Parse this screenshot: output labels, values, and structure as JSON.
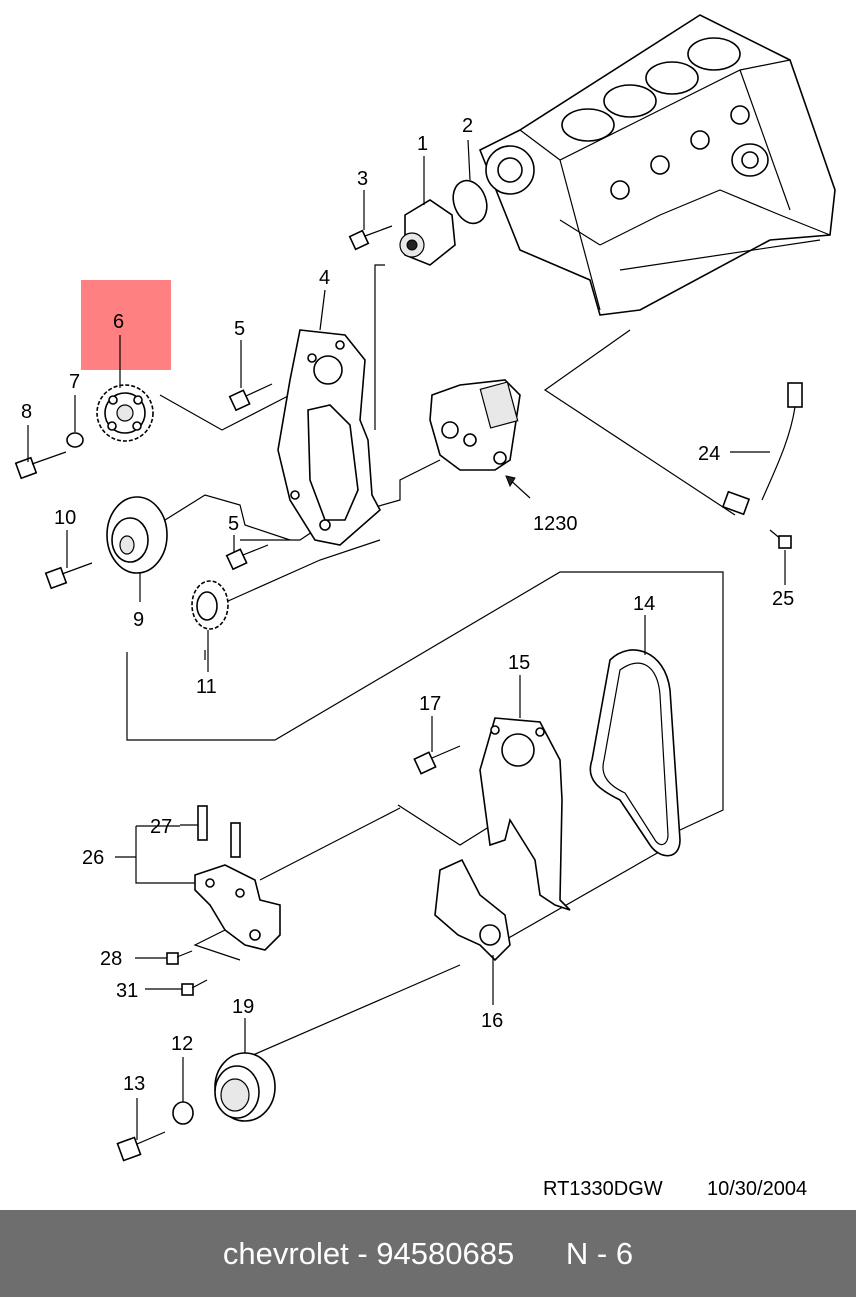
{
  "labels": {
    "p1": "1",
    "p2": "2",
    "p3": "3",
    "p4": "4",
    "p5a": "5",
    "p5b": "5",
    "p6": "6",
    "p7": "7",
    "p8": "8",
    "p9": "9",
    "p10": "10",
    "p11": "11",
    "p12": "12",
    "p13": "13",
    "p14": "14",
    "p15": "15",
    "p16": "16",
    "p17": "17",
    "p19": "19",
    "p24": "24",
    "p25": "25",
    "p26": "26",
    "p27": "27",
    "p28": "28",
    "p31": "31",
    "p1230": "1230"
  },
  "drawing_code": "RT1330DGW",
  "drawing_date": "10/30/2004",
  "highlight_color": "#ff8080",
  "footer": {
    "brand": "chevrolet",
    "separator": " - ",
    "part_number": "94580685",
    "position_label": "N - 6"
  }
}
